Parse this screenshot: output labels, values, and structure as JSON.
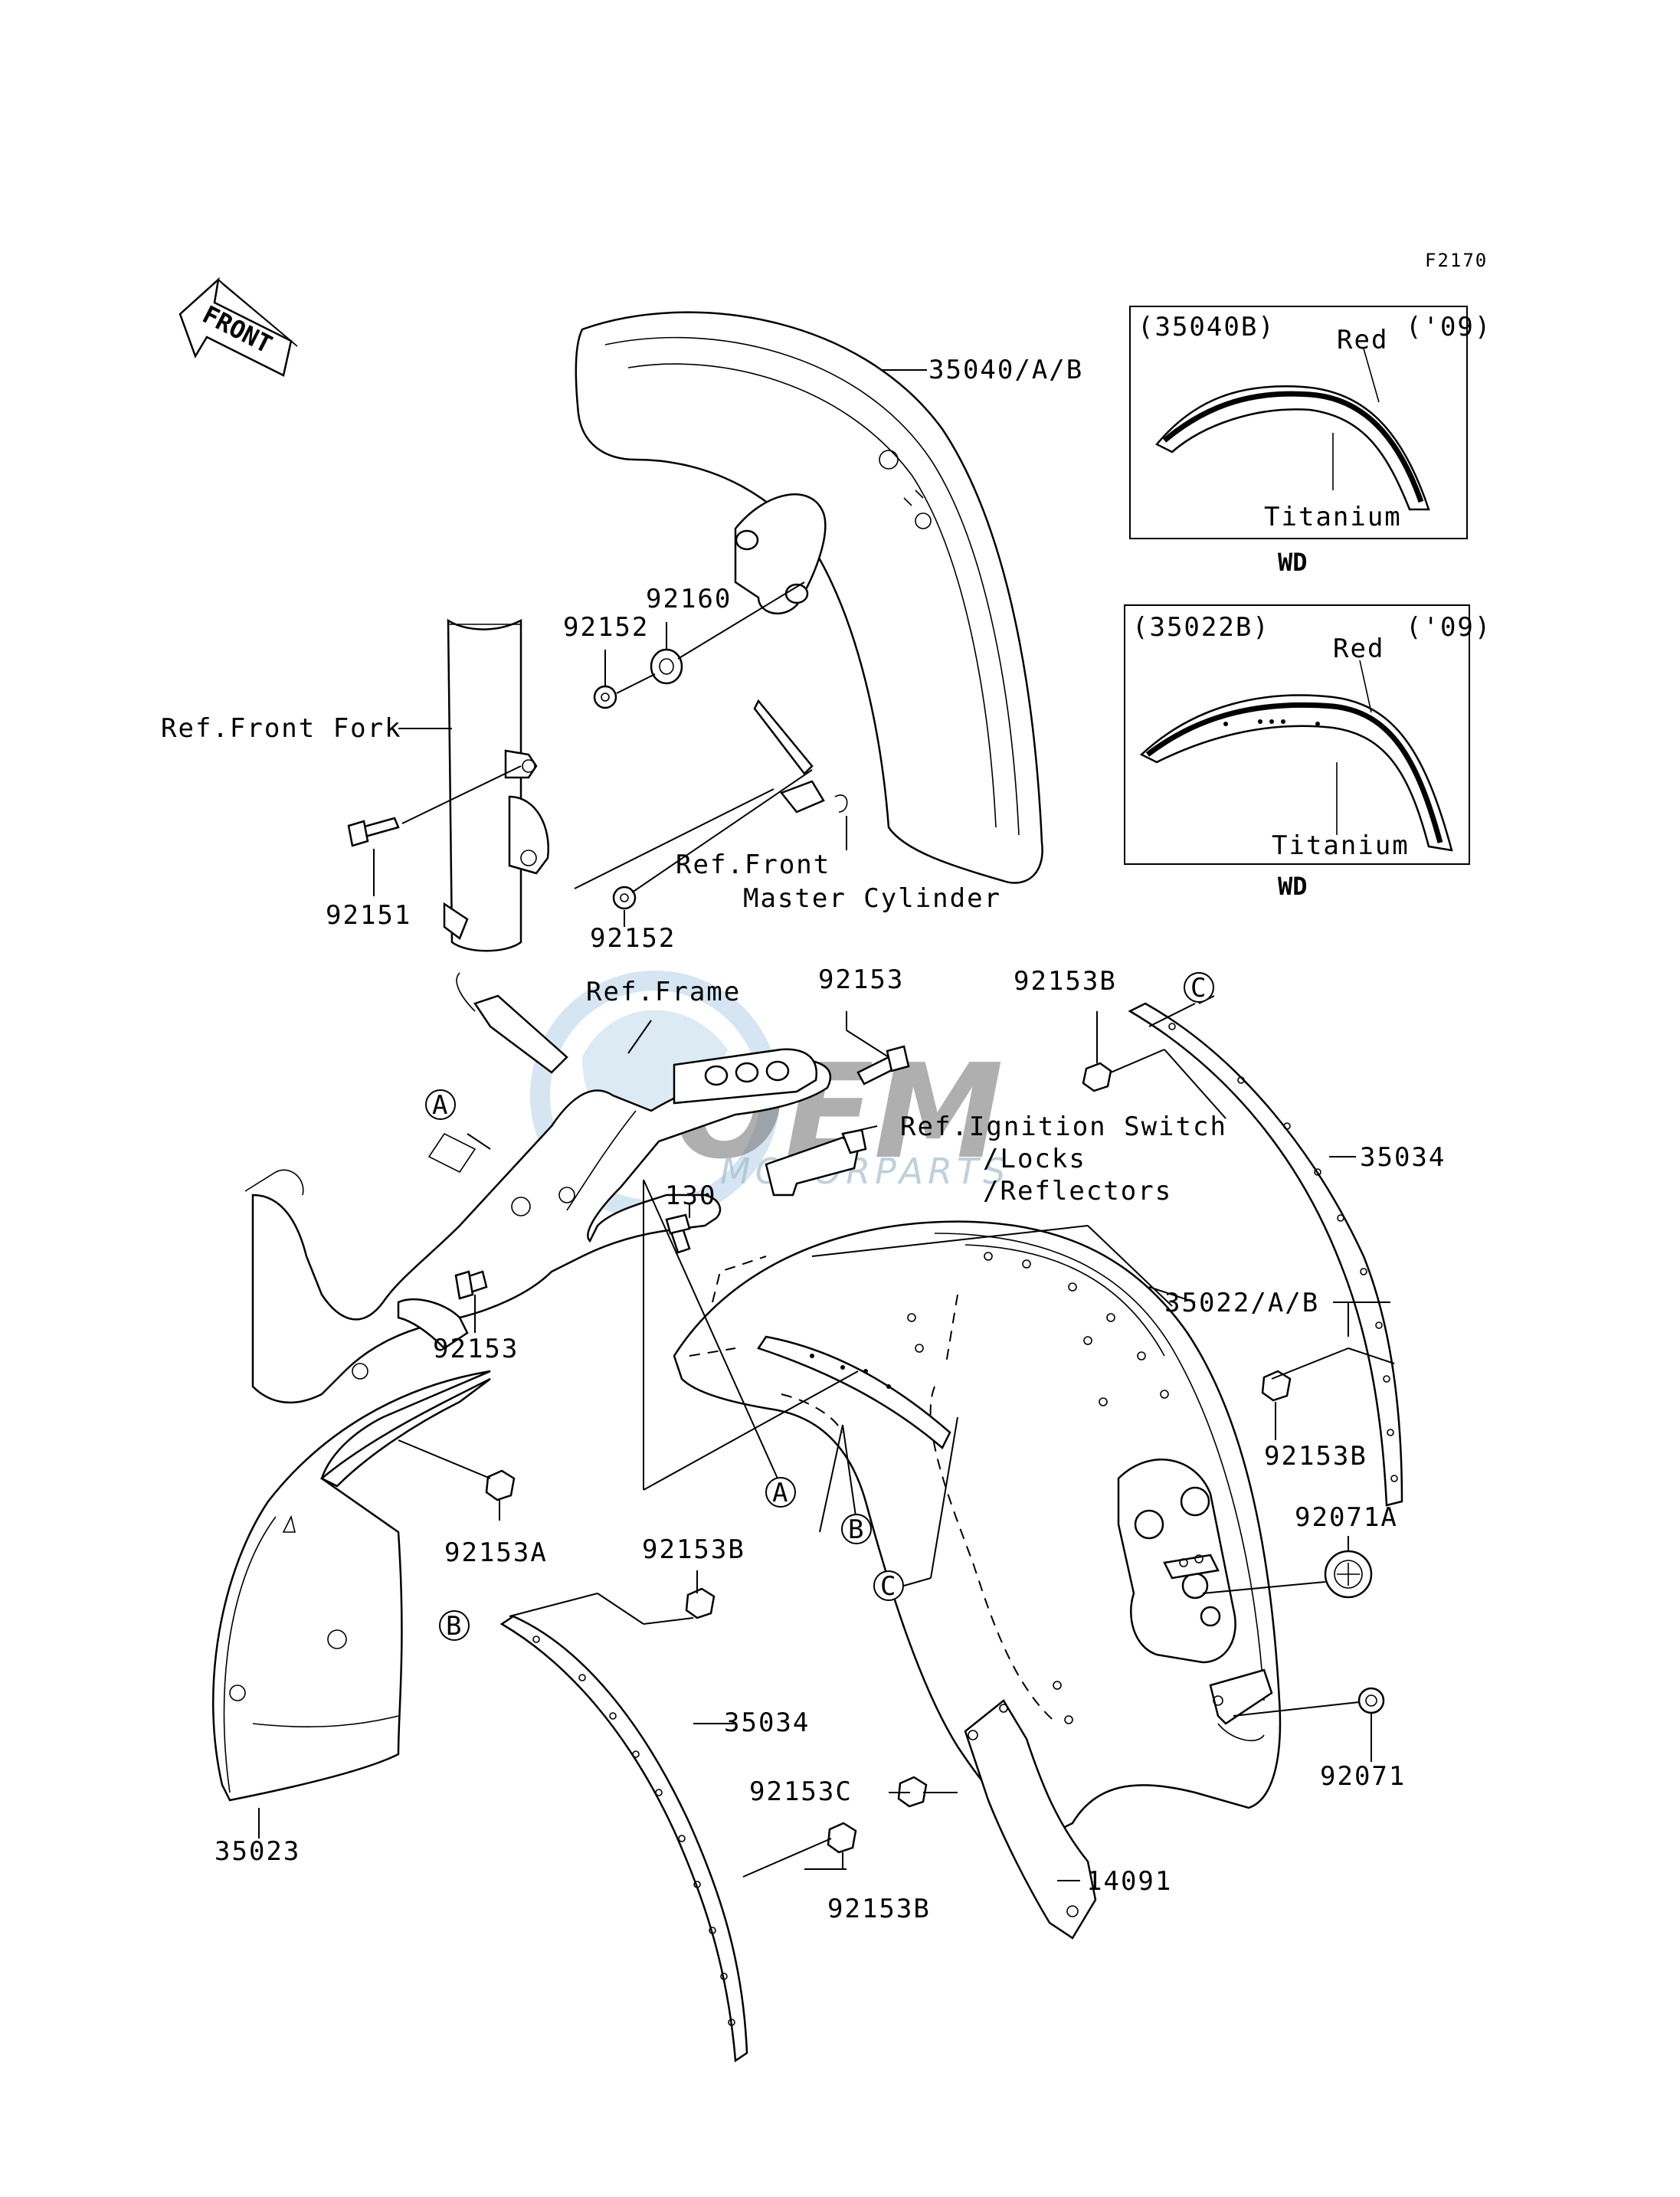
{
  "figure_code": "F2170",
  "front_arrow": "FRONT",
  "parts": {
    "p35040": "35040/A/B",
    "p92160": "92160",
    "p92152_top": "92152",
    "p92152_bot": "92152",
    "p92151": "92151",
    "p92153_top": "92153",
    "p92153_left": "92153",
    "p92153B_top": "92153B",
    "p92153B_right": "92153B",
    "p92153B_mid": "92153B",
    "p92153B_bot": "92153B",
    "p92153A": "92153A",
    "p92153C": "92153C",
    "p130": "130",
    "p35034_right": "35034",
    "p35034_left": "35034",
    "p35022": "35022/A/B",
    "p92071A": "92071A",
    "p92071": "92071",
    "p35023": "35023",
    "p14091": "14091"
  },
  "refs": {
    "front_fork": "Ref.Front Fork",
    "front_master_1": "Ref.Front",
    "front_master_2": "Master Cylinder",
    "frame": "Ref.Frame",
    "ignition_1": "Ref.Ignition Switch",
    "ignition_2": "/Locks",
    "ignition_3": "/Reflectors"
  },
  "callouts": {
    "a": "A",
    "b": "B",
    "c": "C"
  },
  "inset1": {
    "part": "(35040B)",
    "year": "('09)",
    "color_top": "Red",
    "color_bottom": "Titanium",
    "caption": "WD"
  },
  "inset2": {
    "part": "(35022B)",
    "year": "('09)",
    "color_top": "Red",
    "color_bottom": "Titanium",
    "caption": "WD"
  },
  "watermark": {
    "main": "OEM",
    "sub": "MOTORPARTS"
  }
}
